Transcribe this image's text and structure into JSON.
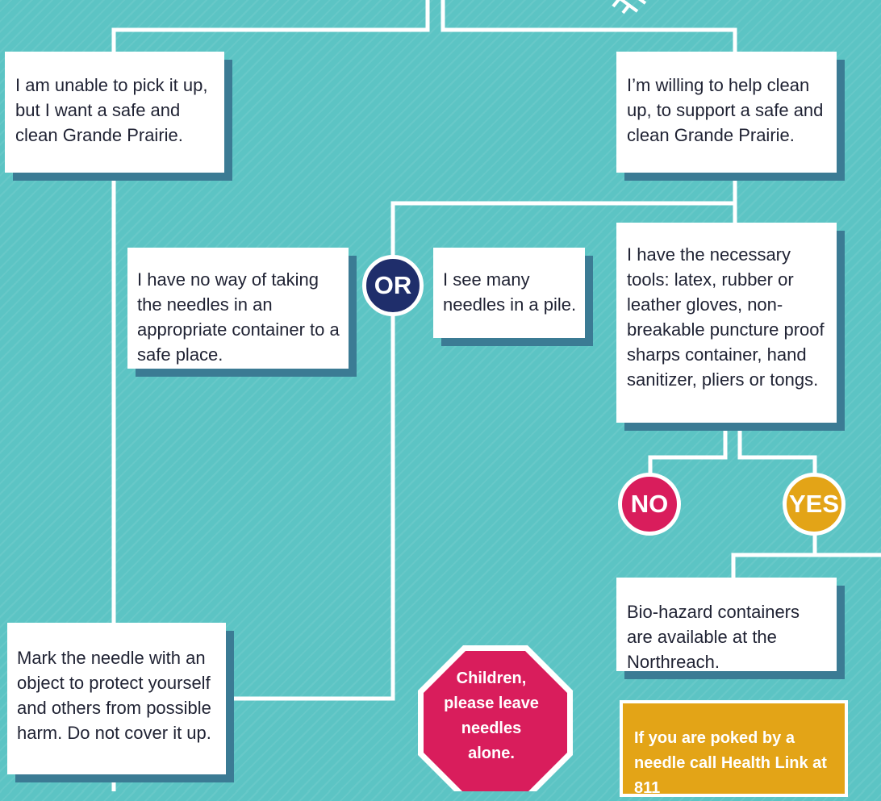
{
  "boxes": {
    "unable": "I am unable to pick it up, but I want a safe and clean Grande Prairie.",
    "willing": "I’m willing to help clean up, to support a safe and clean Grande Prairie.",
    "no_way": "I have no way of taking the needles in an appropriate container to a safe place.",
    "many_needles": "I see many needles in a pile.",
    "tools": "I have the necessary tools: latex, rubber or leather gloves, non-breakable puncture proof sharps container, hand sanitizer, pliers or tongs.",
    "biohazard": "Bio-hazard containers are available at the Northreach.",
    "mark_needle": "Mark the needle with an object to protect yourself and others from possible harm. Do not cover it up."
  },
  "badges": {
    "or": "OR",
    "no": "NO",
    "yes": "YES"
  },
  "stop_sign": "Children, please leave needles alone.",
  "alert": "If you are poked by a needle call Health Link at 811",
  "colors": {
    "background": "#5cc4c4",
    "navy": "#1f2e6b",
    "magenta": "#d91d5c",
    "gold": "#e3a417",
    "shadow": "#3b7b94"
  },
  "icons": {
    "top_right": "syringe-icon"
  }
}
